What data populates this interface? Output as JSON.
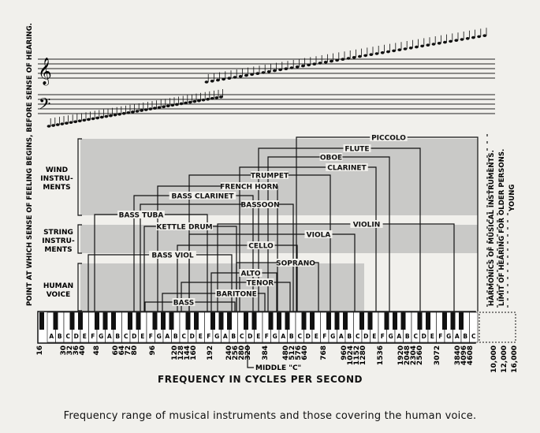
{
  "caption": "Frequency range of musical instruments and those covering the human voice.",
  "x_axis_label": "FREQUENCY IN CYCLES PER SECOND",
  "middle_c_label": "MIDDLE \"C\"",
  "left_note": "POINT AT WHICH SENSE OF FEELING BEGINS, BEFORE SENSE OF HEARING.",
  "right_notes": [
    "HARMONICS OF MUSICAL INSTRUMENTS.",
    "LIMIT OF HEARING FOR OLDER PERSONS.",
    "YOUNG"
  ],
  "groups": [
    {
      "name": "WIND INSTRU- MENTS",
      "lines": [
        "WIND",
        "INSTRU-",
        "MENTS"
      ]
    },
    {
      "name": "STRING INSTRU- MENTS",
      "lines": [
        "STRING",
        "INSTRU-",
        "MENTS"
      ]
    },
    {
      "name": "HUMAN VOICE",
      "lines": [
        "HUMAN",
        "VOICE"
      ]
    }
  ],
  "key_letters": [
    "A",
    "B",
    "C",
    "D",
    "E",
    "F",
    "G",
    "A",
    "B",
    "C",
    "D",
    "E",
    "F",
    "G",
    "A",
    "B",
    "C",
    "D",
    "E",
    "F",
    "G",
    "A",
    "B",
    "C",
    "D",
    "E",
    "F",
    "G",
    "A",
    "B",
    "C",
    "D",
    "E",
    "F",
    "G",
    "A",
    "B",
    "C",
    "D",
    "E",
    "F",
    "G",
    "A",
    "B",
    "C",
    "D",
    "E",
    "F",
    "G",
    "A",
    "B",
    "C"
  ],
  "freq_ticks": [
    "16",
    "30",
    "32",
    "36",
    "40",
    "48",
    "60",
    "64",
    "72",
    "80",
    "96",
    "120",
    "128",
    "144",
    "160",
    "192",
    "240",
    "256",
    "280",
    "320",
    "384",
    "480",
    "512",
    "576",
    "640",
    "768",
    "960",
    "1024",
    "1152",
    "1280",
    "1536",
    "1920",
    "2048",
    "2304",
    "2560",
    "3072",
    "3840",
    "4096",
    "4608",
    "10,000",
    "12,000",
    "16,000"
  ],
  "instruments": [
    {
      "name": "PICCOLO",
      "group": "wind"
    },
    {
      "name": "FLUTE",
      "group": "wind"
    },
    {
      "name": "OBOE",
      "group": "wind"
    },
    {
      "name": "CLARINET",
      "group": "wind"
    },
    {
      "name": "TRUMPET",
      "group": "wind"
    },
    {
      "name": "FRENCH HORN",
      "group": "wind"
    },
    {
      "name": "BASS CLARINET",
      "group": "wind"
    },
    {
      "name": "BASSOON",
      "group": "wind"
    },
    {
      "name": "BASS TUBA",
      "group": "wind"
    },
    {
      "name": "KETTLE DRUM",
      "group": "string"
    },
    {
      "name": "VIOLIN",
      "group": "string"
    },
    {
      "name": "VIOLA",
      "group": "string"
    },
    {
      "name": "CELLO",
      "group": "string"
    },
    {
      "name": "BASS VIOL",
      "group": "string"
    },
    {
      "name": "SOPRANO",
      "group": "voice"
    },
    {
      "name": "ALTO",
      "group": "voice"
    },
    {
      "name": "TENOR",
      "group": "voice"
    },
    {
      "name": "BARITONE",
      "group": "voice"
    },
    {
      "name": "BASS",
      "group": "voice"
    }
  ],
  "colors": {
    "paper": "#f1f0ec",
    "band": "#c9c9c7",
    "ink": "#111111"
  }
}
